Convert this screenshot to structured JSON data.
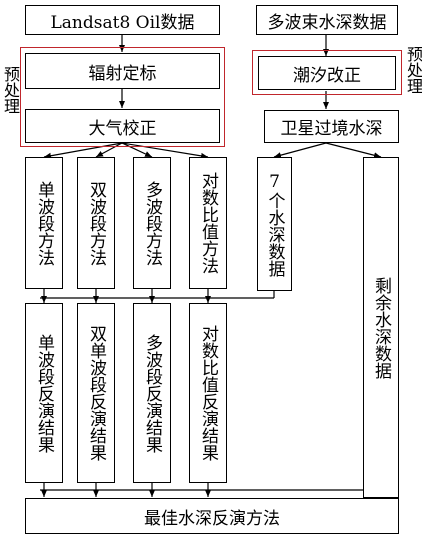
{
  "colors": {
    "line": "#000000",
    "highlight": "#c0262c"
  },
  "nodes": {
    "landsat": "Landsat8 Oil数据",
    "multibeam": "多波束水深数据",
    "radiometric": "辐射定标",
    "atmospheric": "大气校正",
    "tidal": "潮汐改正",
    "satellite_depth": "卫星过境水深",
    "preprocess_left": "预处理",
    "preprocess_right": "预处理",
    "methods": [
      "单波段方法",
      "双波段方法",
      "多波段方法",
      "对数比值方法"
    ],
    "seven_points": "7个水深数据",
    "remaining": "剩余水深数据",
    "results": [
      "单波段反演结果",
      "双单波段反演结果",
      "多波段反演结果",
      "对数比值反演结果"
    ],
    "best": "最佳水深反演方法"
  }
}
